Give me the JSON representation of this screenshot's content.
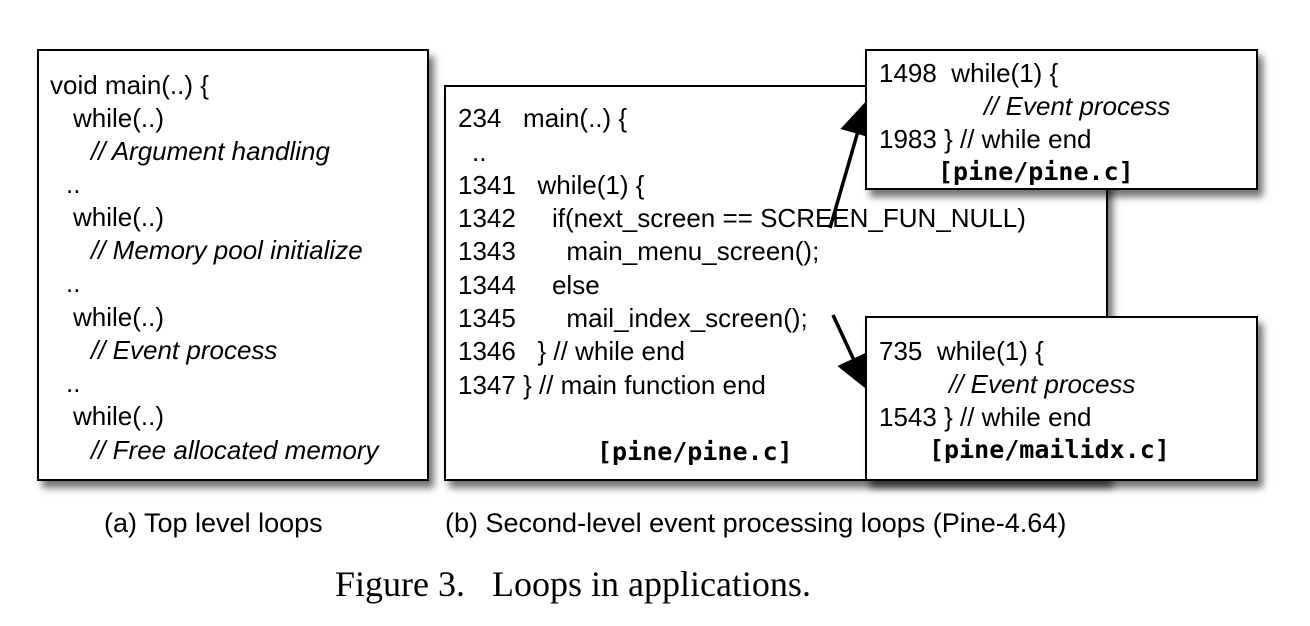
{
  "panel_a": {
    "lines": [
      "void main(..) {",
      "while(..)",
      "// Argument handling",
      "..",
      "while(..)",
      "// Memory pool initialize",
      "..",
      "while(..)",
      "// Event process",
      "..",
      "while(..)",
      "// Free allocated memory"
    ],
    "caption": "(a) Top level loops"
  },
  "panel_b": {
    "lines": [
      "234   main(..) {",
      "..",
      "1341   while(1) {",
      "1342     if(next_screen == SCREEN_FUN_NULL)",
      "1343       main_menu_screen();",
      "1344     else",
      "1345       mail_index_screen();",
      "1346   } // while end",
      "1347 } // main function end"
    ],
    "file": "[pine/pine.c]",
    "caption": "(b) Second-level event processing loops (Pine-4.64)"
  },
  "box_top": {
    "lines": [
      "1498  while(1) {",
      "// Event process",
      "1983 } // while end"
    ],
    "file": "[pine/pine.c]"
  },
  "box_bottom": {
    "lines": [
      "735  while(1) {",
      "// Event process",
      "1543 } // while end"
    ],
    "file": "[pine/mailidx.c]"
  },
  "figure_caption": "Figure 3.   Loops in applications."
}
